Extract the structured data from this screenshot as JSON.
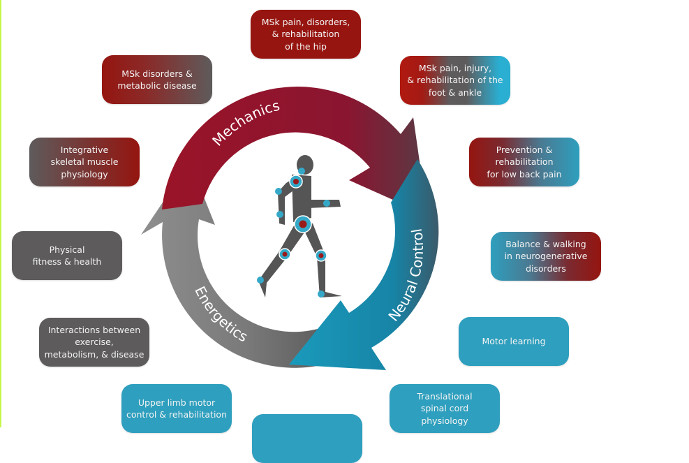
{
  "diagram": {
    "cycle": {
      "segments": [
        {
          "label": "Mechanics",
          "color": "#8e1430"
        },
        {
          "label": "Neural Control",
          "color": "#1f8fb0"
        },
        {
          "label": "Energetics",
          "color": "#6e6d6e"
        }
      ],
      "center_figure": "walking-human-figure-with-joints"
    },
    "topics": [
      {
        "id": "hip",
        "label": "MSk pain, disorders,\n& rehabilitation\nof the hip",
        "style": "red"
      },
      {
        "id": "foot-ankle",
        "label": "MSk pain, injury,\n& rehabilitation of the\nfoot & ankle",
        "style": "red-grey-teal"
      },
      {
        "id": "msk-metabolic",
        "label": "MSk disorders &\nmetabolic disease",
        "style": "red-grey"
      },
      {
        "id": "skeletal-muscle",
        "label": "Integrative\nskeletal muscle\nphysiology",
        "style": "grey-red"
      },
      {
        "id": "low-back",
        "label": "Prevention &\nrehabilitation\nfor low back pain",
        "style": "red-teal"
      },
      {
        "id": "physical-fitness",
        "label": "Physical\nfitness & health",
        "style": "grey"
      },
      {
        "id": "balance-walking",
        "label": "Balance & walking\nin neurogenerative\ndisorders",
        "style": "teal-red"
      },
      {
        "id": "exercise-metabolism",
        "label": "Interactions between\nexercise,\nmetabolism, & disease",
        "style": "grey"
      },
      {
        "id": "motor-learning",
        "label": "Motor learning",
        "style": "teal"
      },
      {
        "id": "upper-limb",
        "label": "Upper limb motor\ncontrol & rehabilitation",
        "style": "teal"
      },
      {
        "id": "spinal-cord",
        "label": "Translational\nspinal cord\nphysiology",
        "style": "teal"
      },
      {
        "id": "bottom-partial",
        "label": "",
        "style": "teal"
      }
    ],
    "colors": {
      "red": "#971510",
      "grey": "#5d5b5c",
      "teal": "#2e9fbe",
      "joint_blue": "#35a8c8",
      "joint_red": "#9a1a1a",
      "figure": "#555555"
    }
  }
}
